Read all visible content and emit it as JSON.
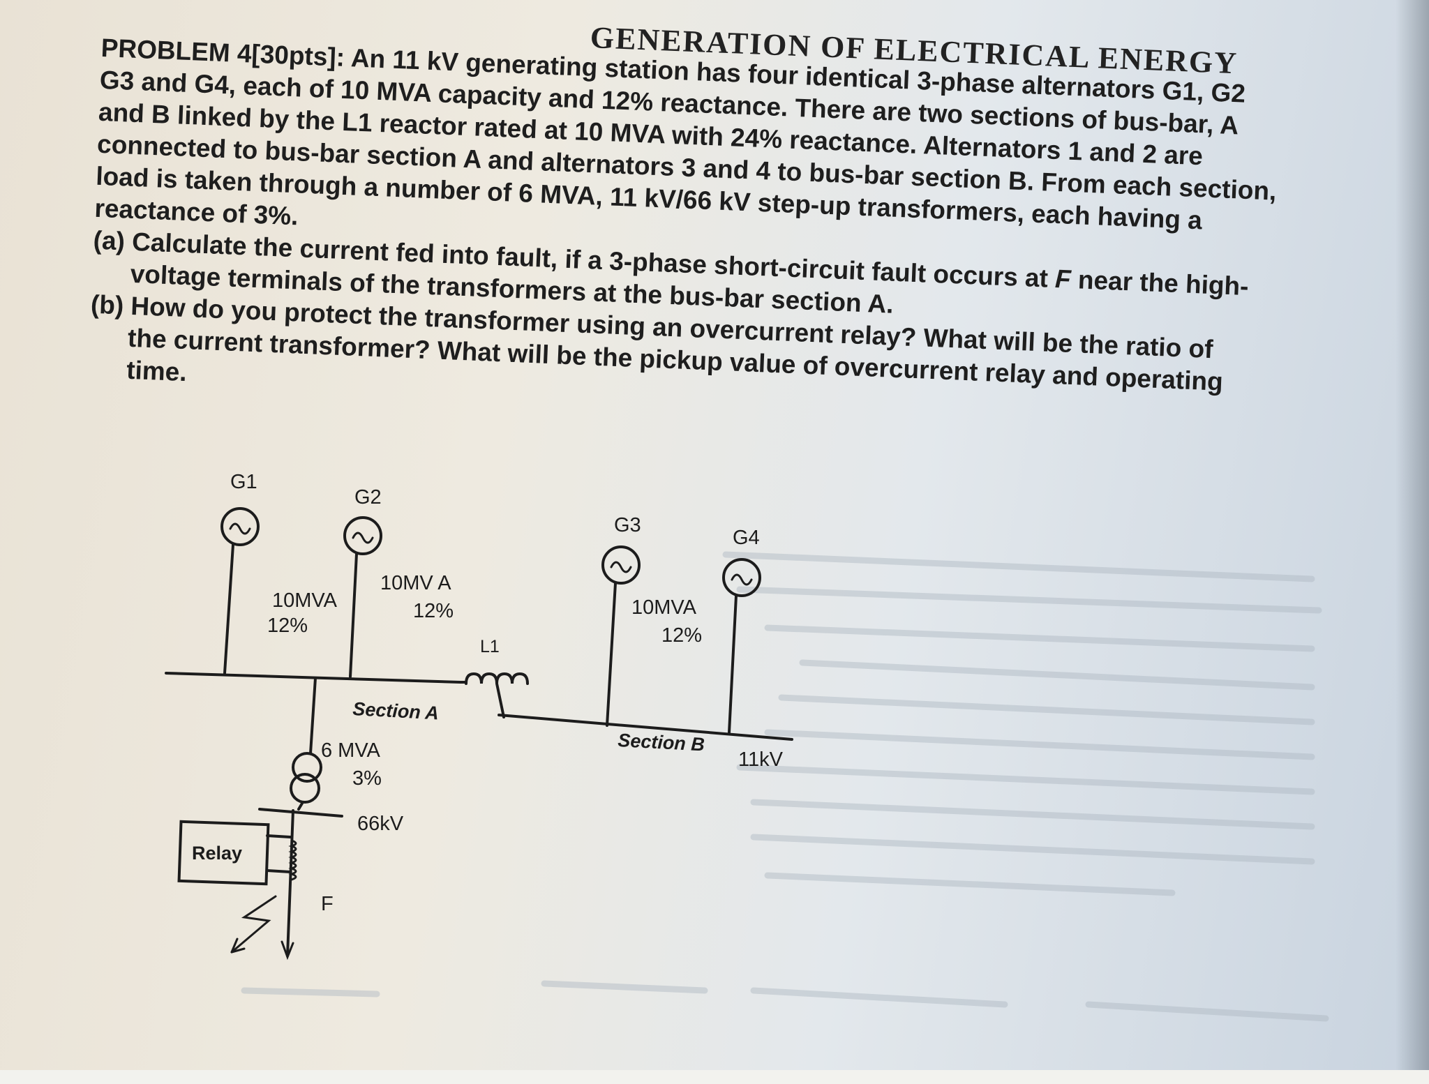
{
  "header": "GENERATION OF ELECTRICAL ENERGY",
  "problem": {
    "label": "PROBLEM 4[30pts]:",
    "lines": [
      " An 11 kV generating station has four identical 3-phase alternators G1, G2",
      "G3 and G4, each of 10 MVA capacity and 12% reactance. There are two sections of bus-bar, A",
      "and B linked by the L1 reactor rated at 10 MVA with 24% reactance. Alternators 1 and 2 are",
      "connected to bus-bar section A and alternators 3 and 4 to bus-bar section B. From each section,",
      "load is taken through a number of 6 MVA, 11 kV/66 kV step-up transformers, each having a",
      "reactance of 3%."
    ],
    "part_a": {
      "line1": "(a) Calculate the current fed into fault, if a 3-phase short-circuit fault occurs at ",
      "fault_letter": "F",
      "line1_end": " near the high-",
      "line2": "voltage terminals of the transformers at the bus-bar section A."
    },
    "part_b": {
      "line1": "(b) How do you protect the transformer using an overcurrent relay? What will be the ratio of",
      "line2": "the current transformer? What will be the pickup value of overcurrent relay and operating",
      "line3": "time."
    }
  },
  "diagram": {
    "generators": [
      {
        "label": "G1",
        "rating": "10MVA",
        "reactance": "12%"
      },
      {
        "label": "G2",
        "rating": "10MV A",
        "reactance": "12%"
      },
      {
        "label": "G3",
        "rating": "10MVA",
        "reactance": "12%"
      },
      {
        "label": "G4",
        "rating": "",
        "reactance": ""
      }
    ],
    "reactor_label": "L1",
    "section_a": "Section  A",
    "section_b": "Section  B",
    "bus_voltage": "11kV",
    "transformer_rating": "6 MVA",
    "transformer_reactance": "3%",
    "hv_voltage": "66kV",
    "relay_label": "Relay",
    "fault_label": "F"
  }
}
